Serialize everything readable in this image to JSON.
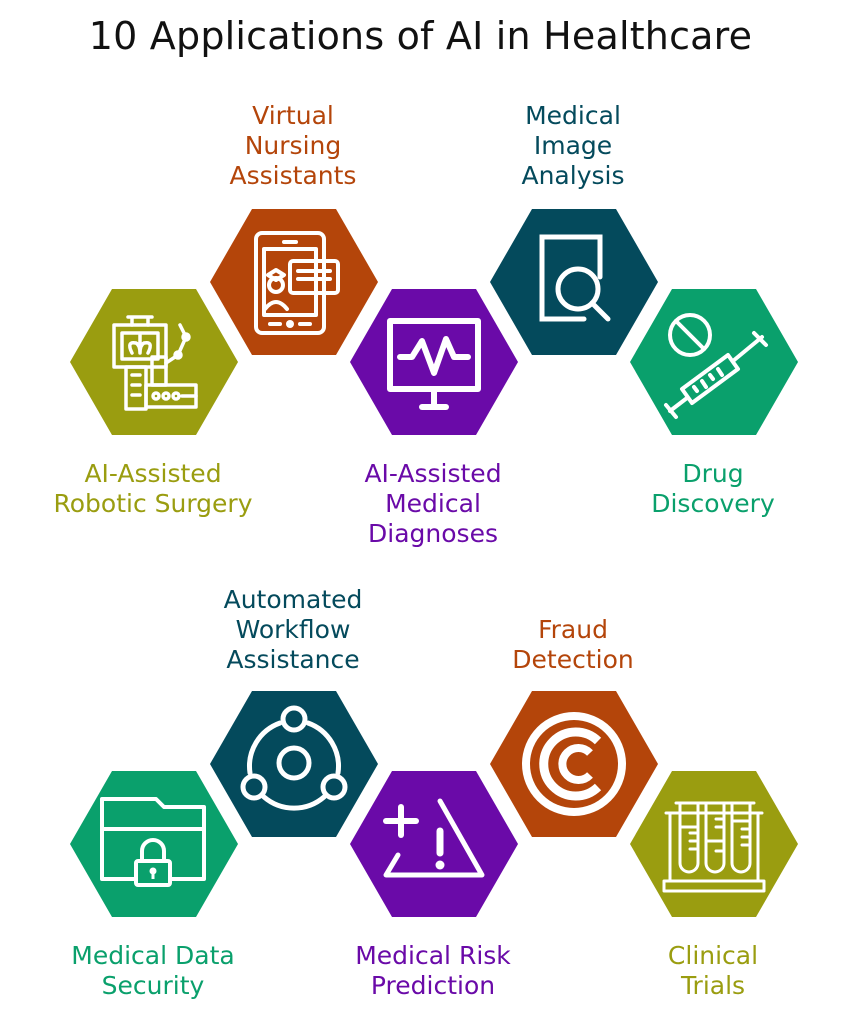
{
  "title": "10 Applications of AI in Healthcare",
  "colors": {
    "olive": "#9a9d10",
    "orange": "#b4450a",
    "purple": "#6a0aa8",
    "teal": "#044a5c",
    "green": "#0aa06c"
  },
  "items": [
    {
      "id": "robotic-surgery",
      "label": "AI-Assisted\nRobotic Surgery",
      "color": "#9a9d10",
      "icon": "robot-xray-arm-icon"
    },
    {
      "id": "virtual-nursing",
      "label": "Virtual\nNursing\nAssistants",
      "color": "#b4450a",
      "icon": "tablet-nurse-chat-icon"
    },
    {
      "id": "medical-diagnoses",
      "label": "AI-Assisted\nMedical\nDiagnoses",
      "color": "#6a0aa8",
      "icon": "heart-monitor-icon"
    },
    {
      "id": "image-analysis",
      "label": "Medical\nImage\nAnalysis",
      "color": "#044a5c",
      "icon": "document-magnifier-icon"
    },
    {
      "id": "drug-discovery",
      "label": "Drug\nDiscovery",
      "color": "#0aa06c",
      "icon": "pill-syringe-icon"
    },
    {
      "id": "data-security",
      "label": "Medical Data\nSecurity",
      "color": "#0aa06c",
      "icon": "folder-lock-icon"
    },
    {
      "id": "workflow-assistance",
      "label": "Automated\nWorkflow\nAssistance",
      "color": "#044a5c",
      "icon": "network-cycle-icon"
    },
    {
      "id": "risk-prediction",
      "label": "Medical Risk\nPrediction",
      "color": "#6a0aa8",
      "icon": "warning-plus-icon"
    },
    {
      "id": "fraud-detection",
      "label": "Fraud\nDetection",
      "color": "#b4450a",
      "icon": "copyright-circle-icon"
    },
    {
      "id": "clinical-trials",
      "label": "Clinical\nTrials",
      "color": "#9a9d10",
      "icon": "test-tubes-icon"
    }
  ]
}
